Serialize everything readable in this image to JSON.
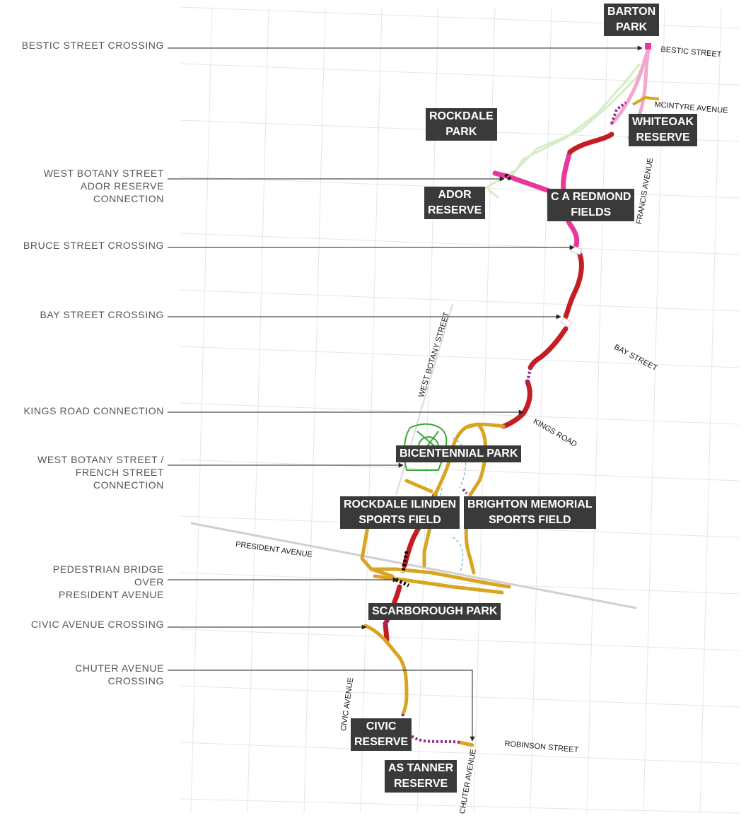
{
  "callouts": [
    {
      "id": "bestic-street-crossing",
      "lines": [
        "BESTIC STREET CROSSING"
      ]
    },
    {
      "id": "west-botany-ador",
      "lines": [
        "WEST BOTANY STREET",
        "ADOR RESERVE",
        "CONNECTION"
      ]
    },
    {
      "id": "bruce-street-crossing",
      "lines": [
        "BRUCE STREET CROSSING"
      ]
    },
    {
      "id": "bay-street-crossing",
      "lines": [
        "BAY STREET CROSSING"
      ]
    },
    {
      "id": "kings-road-connection",
      "lines": [
        "KINGS ROAD CONNECTION"
      ]
    },
    {
      "id": "west-botany-french",
      "lines": [
        "WEST BOTANY STREET /",
        "FRENCH STREET",
        "CONNECTION"
      ]
    },
    {
      "id": "pedestrian-bridge",
      "lines": [
        "PEDESTRIAN BRIDGE",
        "OVER",
        "PRESIDENT AVENUE"
      ]
    },
    {
      "id": "civic-avenue-crossing",
      "lines": [
        "CIVIC AVENUE CROSSING"
      ]
    },
    {
      "id": "chuter-avenue-crossing",
      "lines": [
        "CHUTER AVENUE",
        "CROSSING"
      ]
    }
  ],
  "parks": [
    {
      "id": "barton-park",
      "lines": [
        "BARTON",
        "PARK"
      ]
    },
    {
      "id": "rockdale-park",
      "lines": [
        "ROCKDALE",
        "PARK"
      ]
    },
    {
      "id": "whiteoak-reserve",
      "lines": [
        "WHITEOAK",
        "RESERVE"
      ]
    },
    {
      "id": "ador-reserve",
      "lines": [
        "ADOR",
        "RESERVE"
      ]
    },
    {
      "id": "ca-redmond-fields",
      "lines": [
        "C A REDMOND",
        "FIELDS"
      ]
    },
    {
      "id": "bicentennial-park",
      "lines": [
        "BICENTENNIAL PARK"
      ]
    },
    {
      "id": "rockdale-ilinden",
      "lines": [
        "ROCKDALE ILINDEN",
        "SPORTS FIELD"
      ]
    },
    {
      "id": "brighton-memorial",
      "lines": [
        "BRIGHTON MEMORIAL",
        "SPORTS FIELD"
      ]
    },
    {
      "id": "scarborough-park",
      "lines": [
        "SCARBOROUGH PARK"
      ]
    },
    {
      "id": "civic-reserve",
      "lines": [
        "CIVIC",
        "RESERVE"
      ]
    },
    {
      "id": "as-tanner-reserve",
      "lines": [
        "AS TANNER",
        "RESERVE"
      ]
    }
  ],
  "streets": {
    "bestic": "BESTIC STREET",
    "mcintyre": "MCINTYRE AVENUE",
    "francis": "FRANCIS AVENUE",
    "bay": "BAY STREET",
    "west_botany": "WEST BOTANY STREET",
    "kings": "KINGS ROAD",
    "president": "PRESIDENT AVENUE",
    "civic": "CIVIC AVENUE",
    "robinson": "ROBINSON STREET",
    "chuter": "CHUTER AVENUE"
  },
  "colors": {
    "route_red": "#c41e24",
    "route_pink": "#e8389c",
    "route_light_pink": "#f4a6cf",
    "route_gold": "#d9a520",
    "route_dotted_purple": "#8e2a8e",
    "route_light_green": "#d6ecc4",
    "park_green": "#3aa835",
    "label_bg": "#3a3a3a",
    "callout_text": "#555555",
    "base_map_lines": "#e6e6e6"
  }
}
